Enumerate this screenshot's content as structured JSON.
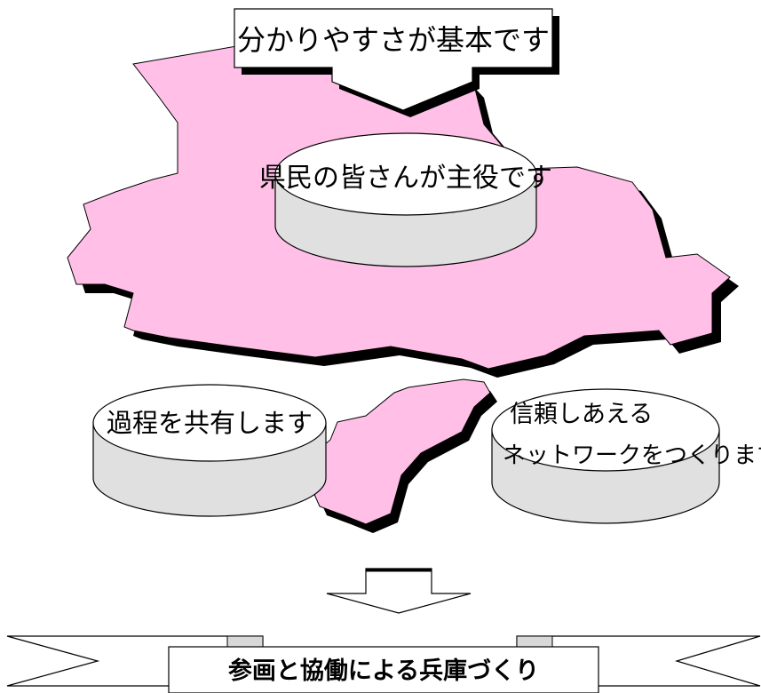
{
  "diagram": {
    "top_callout": "分かりやすさが基本です",
    "center_disk": "県民の皆さんが主役です",
    "left_disk": "過程を共有します",
    "right_disk": {
      "line1": "信頼しあえる",
      "line2": "ネットワークをつくります"
    },
    "banner": "参画と協働による兵庫づくり"
  },
  "colors": {
    "map_fill": "#ffbfe6",
    "map_shadow": "#000000",
    "disk_top": "#ffffff",
    "disk_side": "#e0e0e0",
    "outline": "#000000"
  }
}
